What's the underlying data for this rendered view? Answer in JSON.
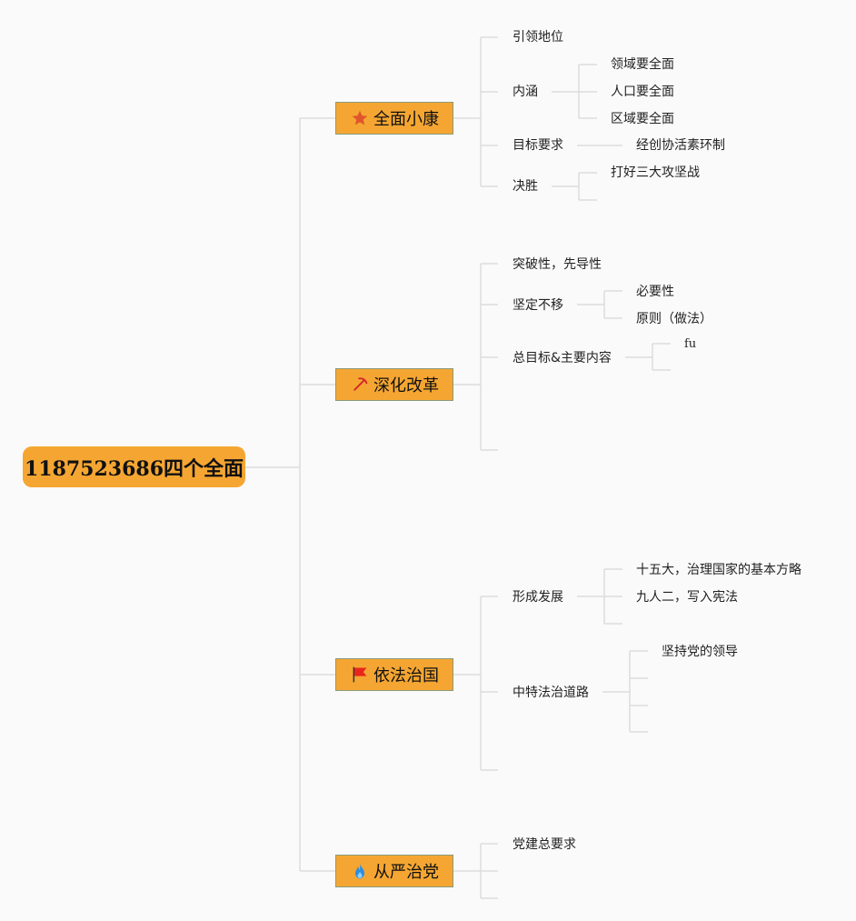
{
  "root": {
    "label": "1187523686四个全面"
  },
  "branches": [
    {
      "label": "全面小康",
      "icon": "star-icon",
      "children": [
        {
          "label": "引领地位"
        },
        {
          "label": "内涵",
          "children": [
            "领域要全面",
            "人口要全面",
            "区域要全面"
          ]
        },
        {
          "label": "目标要求",
          "children": [
            "经创协活素环制"
          ]
        },
        {
          "label": "决胜",
          "children": [
            "打好三大攻坚战"
          ]
        }
      ]
    },
    {
      "label": "深化改革",
      "icon": "pickaxe-icon",
      "children": [
        {
          "label": "突破性，先导性"
        },
        {
          "label": "坚定不移",
          "children": [
            "必要性",
            "原则（做法）"
          ]
        },
        {
          "label": "总目标&主要内容",
          "children": [
            "fu"
          ]
        }
      ]
    },
    {
      "label": "依法治国",
      "icon": "flag-icon",
      "children": [
        {
          "label": "形成发展",
          "children": [
            "十五大，治理国家的基本方略",
            "九人二，写入宪法"
          ]
        },
        {
          "label": "中特法治道路",
          "children": [
            "坚持党的领导"
          ]
        }
      ]
    },
    {
      "label": "从严治党",
      "icon": "flame-icon",
      "children": [
        {
          "label": "党建总要求"
        }
      ]
    }
  ],
  "colors": {
    "node_fill": "#f5a632",
    "connector": "#dcdcdc",
    "star": "#e0562b",
    "flag": "#e8261c",
    "flame": "#2d8fe0",
    "pickaxe": "#d4252a"
  }
}
